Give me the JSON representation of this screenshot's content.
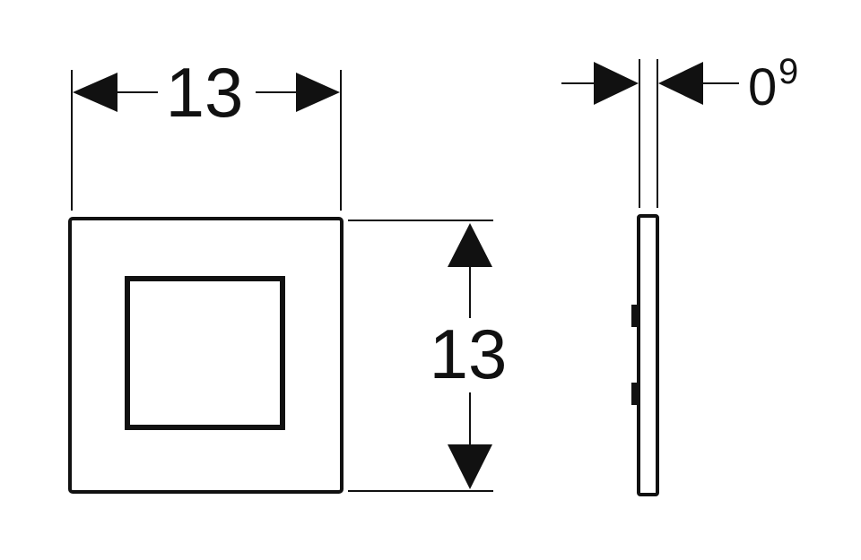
{
  "dimensions": {
    "width": "13",
    "height": "13",
    "thickness_main": "0",
    "thickness_sup": "9"
  },
  "colors": {
    "line": "#111111",
    "background": "#ffffff"
  }
}
